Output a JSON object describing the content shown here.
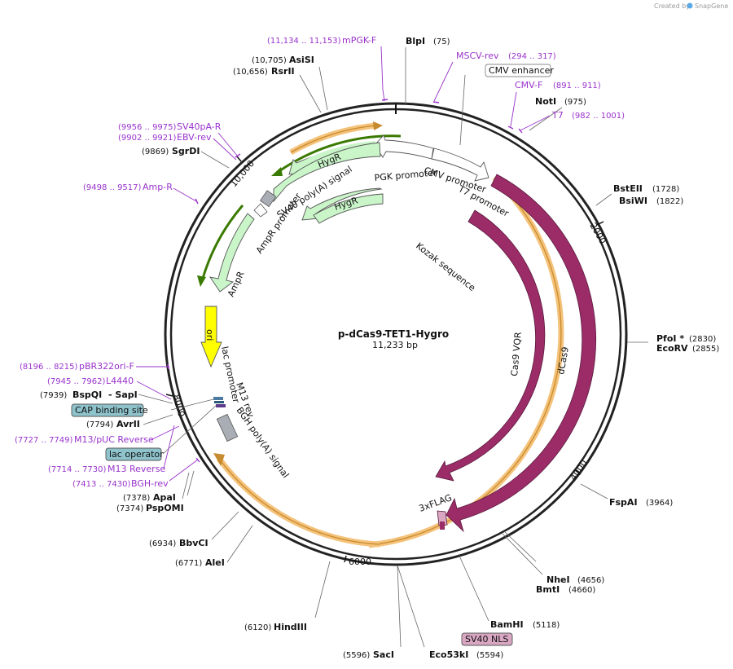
{
  "credit": {
    "prefix": "Created by",
    "brand": "SnapGene"
  },
  "plasmid": {
    "name": "p-dCas9-TET1-Hygro",
    "size": "11,233 bp"
  },
  "ticks": {
    "t2000": "2000",
    "t4000": "4000",
    "t6000": "6000",
    "t8000": "8000",
    "t10000": "10,000"
  },
  "sites": [
    {
      "name": "BlpI",
      "pos": "(75)"
    },
    {
      "name": "NotI",
      "pos": "(975)"
    },
    {
      "name": "BstEII",
      "pos": "(1728)"
    },
    {
      "name": "BsiWI",
      "pos": "(1822)"
    },
    {
      "name": "PfoI *",
      "pos": "(2830)"
    },
    {
      "name": "EcoRV",
      "pos": "(2855)"
    },
    {
      "name": "FspAI",
      "pos": "(3964)"
    },
    {
      "name": "NheI",
      "pos": "(4656)"
    },
    {
      "name": "BmtI",
      "pos": "(4660)"
    },
    {
      "name": "BamHI",
      "pos": "(5118)"
    },
    {
      "name": "Eco53kI",
      "pos": "(5594)"
    },
    {
      "name": "SacI",
      "pos": "(5596)"
    },
    {
      "name": "HindIII",
      "pos": "(6120)"
    },
    {
      "name": "AleI",
      "pos": "(6771)"
    },
    {
      "name": "BbvCI",
      "pos": "(6934)"
    },
    {
      "name": "PspOMI",
      "pos": "(7374)"
    },
    {
      "name": "ApaI",
      "pos": "(7378)"
    },
    {
      "name": "AvrII",
      "pos": "(7794)"
    },
    {
      "name": "BspQI",
      "pos": "(7939)"
    },
    {
      "name": "- SapI",
      "pos": ""
    },
    {
      "name": "SgrDI",
      "pos": "(9869)"
    },
    {
      "name": "RsrII",
      "pos": "(10,656)"
    },
    {
      "name": "AsiSI",
      "pos": "(10,705)"
    }
  ],
  "primers": [
    {
      "name": "mPGK-F",
      "pos": "(11,134 .. 11,153)"
    },
    {
      "name": "MSCV-rev",
      "pos": "(294 .. 317)"
    },
    {
      "name": "CMV-F",
      "pos": "(891 .. 911)"
    },
    {
      "name": "T7",
      "pos": "(982 .. 1001)"
    },
    {
      "name": "SV40pA-R",
      "pos": "(9956 .. 9975)"
    },
    {
      "name": "EBV-rev",
      "pos": "(9902 .. 9921)"
    },
    {
      "name": "Amp-R",
      "pos": "(9498 .. 9517)"
    },
    {
      "name": "pBR322ori-F",
      "pos": "(8196 .. 8215)"
    },
    {
      "name": "L4440",
      "pos": "(7945 .. 7962)"
    },
    {
      "name": "M13/pUC Reverse",
      "pos": "(7727 .. 7749)"
    },
    {
      "name": "M13 Reverse",
      "pos": "(7714 .. 7730)"
    },
    {
      "name": "BGH-rev",
      "pos": "(7413 .. 7430)"
    }
  ],
  "boxed": {
    "cmv_enhancer": "CMV enhancer",
    "cap_site": "CAP binding site",
    "lac_operator": "lac operator",
    "sv40_nls": "SV40 NLS"
  },
  "features": {
    "pgk_promoter": "PGK promoter",
    "cmv_promoter": "CMV promoter",
    "t7_promoter": "T7 promoter",
    "kozak": "Kozak sequence",
    "hygr_outer": "HygR",
    "hygr_inner": "HygR",
    "sv40_polya": "SV40 poly(A) signal",
    "ampr_promoter": "AmpR promoter",
    "ampr": "AmpR",
    "ori": "ori",
    "lac_promoter": "lac promoter",
    "m13_rev": "M13 rev",
    "bgh_polya": "BGH poly(A) signal",
    "cas9_vqr": "Cas9 VQR",
    "dcas9": "dCas9",
    "flag": "3xFLAG"
  },
  "colors": {
    "cas9": "#9b2c68",
    "orf_highlight": "#f5c27a",
    "green_feature": "#c9f5c9",
    "green_dark": "#3a7a00",
    "ori": "#ffff00",
    "primer": "#9933cc",
    "boxed_blue": "#8ec3cc",
    "boxed_pink": "#d9a7c2"
  }
}
